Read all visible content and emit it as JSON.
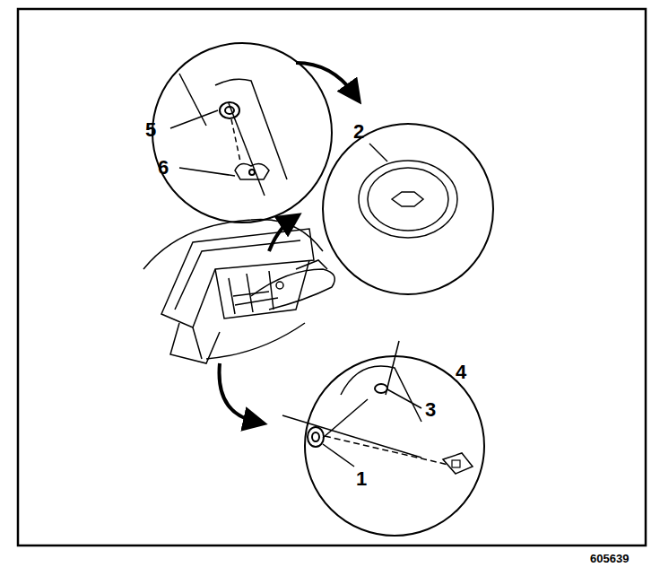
{
  "diagram": {
    "labels": [
      "5",
      "6",
      "2",
      "3",
      "4",
      "1",
      "605639"
    ]
  }
}
